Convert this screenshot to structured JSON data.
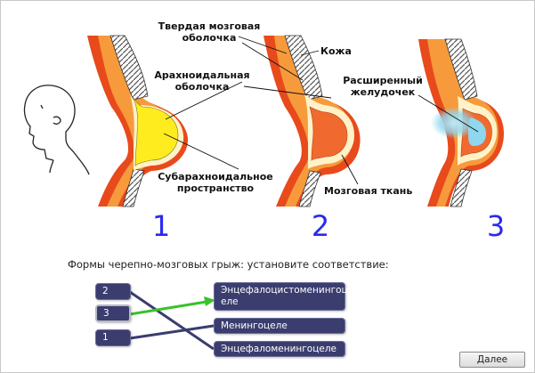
{
  "illustration": {
    "labels": {
      "dura": "Твердая мозговая\nоболочка",
      "skin": "Кожа",
      "arachnoid": "Арахноидальная\nоболочка",
      "subarachnoid": "Субарахноидальное\nпространство",
      "brain_tissue": "Мозговая ткань",
      "ventricle": "Расширенный\nжелудочек"
    },
    "numbers": [
      "1",
      "2",
      "3"
    ],
    "colors": {
      "skin_outer": "#e84a1c",
      "skin_inner": "#f79a3c",
      "dura": "#fff2c8",
      "csf_yellow": "#ffec1e",
      "ventricle": "#8fd7ee",
      "number_blue": "#2a2aee"
    }
  },
  "question": "Формы черепно-мозговых грыж: установите соответствие:",
  "left_items": [
    "2",
    "3",
    "1"
  ],
  "right_items": [
    "Энцефалоцистоменингоц\nеле",
    "Менингоцеле",
    "Энцефаломенингоцеле"
  ],
  "connections": [
    {
      "from": "2",
      "to": "Энцефаломенингоцеле",
      "state": "set"
    },
    {
      "from": "3",
      "to": "Энцефалоцистоменингоцеле",
      "state": "active"
    },
    {
      "from": "1",
      "to": "Менингоцеле",
      "state": "set"
    }
  ],
  "colors": {
    "box_bg": "#3b3d6f",
    "line_dark": "#3b3d6f",
    "line_active": "#39c22a"
  },
  "next_label": "Далее"
}
